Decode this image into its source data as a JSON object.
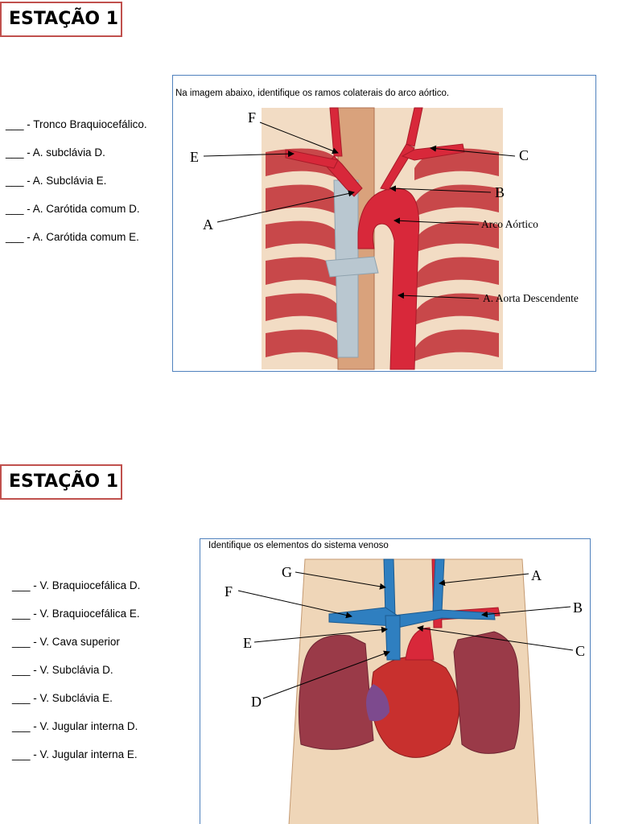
{
  "station1": {
    "title": "ESTAÇÃO 1",
    "instruction": "Na imagem abaixo, identifique os ramos colaterais do arco aórtico.",
    "items": [
      {
        "blank": "___",
        "text": " - Tronco Braquiocefálico."
      },
      {
        "blank": "___",
        "text": " - A. subclávia D."
      },
      {
        "blank": "___",
        "text": " - A. Subclávia E."
      },
      {
        "blank": "___",
        "text": " - A. Carótida comum D."
      },
      {
        "blank": "___",
        "text": " - A. Carótida comum E."
      }
    ],
    "labels": {
      "F": "F",
      "E": "E",
      "C": "C",
      "B": "B",
      "A": "A",
      "arch": "Arco Aórtico",
      "descending": "A. Aorta Descendente"
    }
  },
  "station2": {
    "title": "ESTAÇÃO 1",
    "instruction": "Identifique os elementos do sistema venoso",
    "items": [
      {
        "blank": "___",
        "text": " - V. Braquiocefálica D."
      },
      {
        "blank": "___",
        "text": " - V. Braquiocefálica E."
      },
      {
        "blank": "___",
        "text": " - V. Cava superior"
      },
      {
        "blank": "___",
        "text": " - V. Subclávia D."
      },
      {
        "blank": "___",
        "text": " - V. Subclávia E."
      },
      {
        "blank": "___",
        "text": " - V. Jugular interna D."
      },
      {
        "blank": "___",
        "text": " - V. Jugular interna E."
      }
    ],
    "labels": {
      "G": "G",
      "F": "F",
      "E": "E",
      "D": "D",
      "A": "A",
      "B": "B",
      "C": "C"
    }
  },
  "colors": {
    "title_border": "#c0504d",
    "panel_border": "#4f81bd",
    "artery": "#d8283a",
    "vein": "#2f7fc0",
    "muscle": "#c8484a",
    "rib": "#efd6b8"
  }
}
